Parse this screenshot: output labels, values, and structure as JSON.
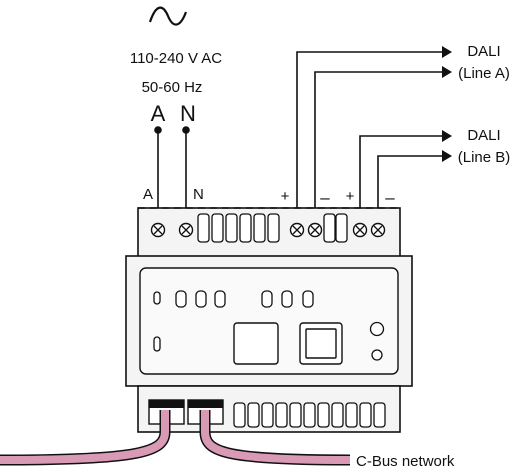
{
  "supply": {
    "symbol": "∿",
    "voltage": "110-240 V AC",
    "frequency": "50-60 Hz",
    "terminal_a": "A",
    "terminal_n": "N"
  },
  "device": {
    "label_a": "A",
    "label_n": "N",
    "plus_1": "+",
    "minus_1": "–",
    "plus_2": "+",
    "minus_2": "–"
  },
  "dali_a": {
    "name": "DALI",
    "line": "(Line A)"
  },
  "dali_b": {
    "name": "DALI",
    "line": "(Line B)"
  },
  "network": {
    "label": "C-Bus network"
  },
  "colors": {
    "cable": "#d99ab5",
    "stroke": "#111111",
    "fill": "#f4f4f4"
  },
  "icons": [
    "ac-sine-icon",
    "screw-terminal-icon",
    "arrow-right-icon"
  ]
}
